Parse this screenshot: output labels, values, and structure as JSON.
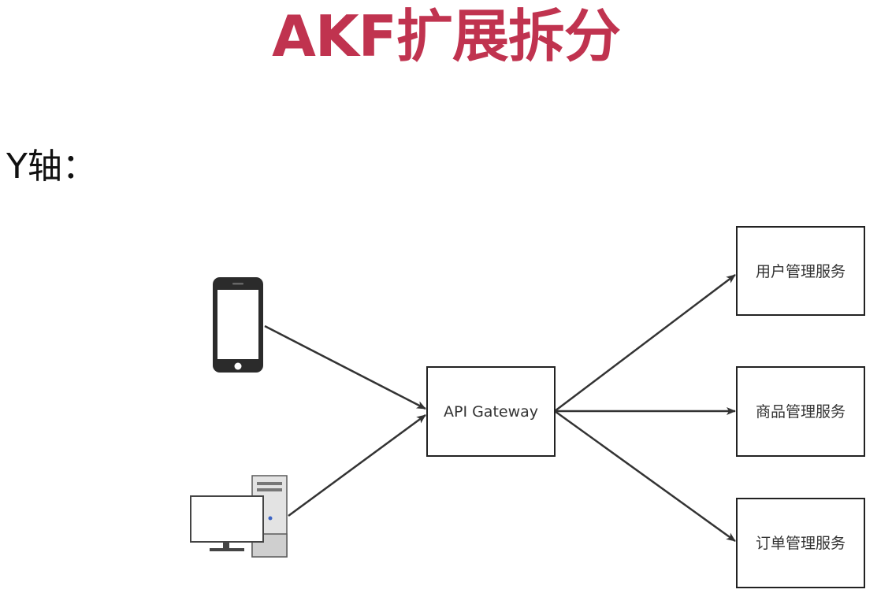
{
  "title": "AKF扩展拆分",
  "axis_label": "Y轴：",
  "diagram": {
    "gateway": {
      "label": "API Gateway"
    },
    "clients": [
      {
        "icon": "mobile-phone-icon"
      },
      {
        "icon": "desktop-computer-icon"
      }
    ],
    "services": [
      {
        "label": "用户管理服务"
      },
      {
        "label": "商品管理服务"
      },
      {
        "label": "订单管理服务"
      }
    ],
    "colors": {
      "title": "#c0334f",
      "line": "#333333"
    }
  }
}
